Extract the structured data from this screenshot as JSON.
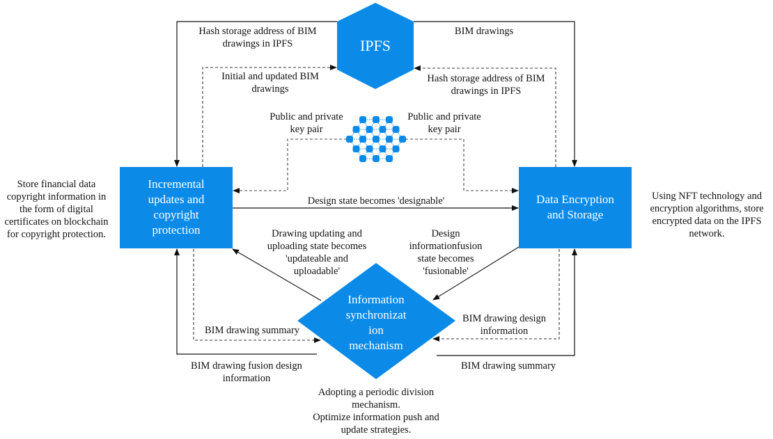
{
  "colors": {
    "node_fill": "#0B8AE8",
    "line": "#111111",
    "dashed_line": "#333333",
    "text_on_node": "#ffffff"
  },
  "nodes": {
    "ipfs": {
      "label": "IPFS",
      "shape": "hexagon"
    },
    "incremental": {
      "lines": [
        "Incremental",
        "updates and",
        "copyright",
        "protection"
      ],
      "shape": "rectangle"
    },
    "encryption": {
      "lines": [
        "Data Encryption",
        "and Storage"
      ],
      "shape": "rectangle"
    },
    "sync": {
      "lines": [
        "Information",
        "synchronizat",
        "ion",
        "mechanism"
      ],
      "shape": "diamond"
    },
    "blockchain": {
      "icon": "blockchain-network-icon"
    }
  },
  "edge_labels": {
    "hash_left": [
      "Hash storage address of BIM",
      "drawings in IPFS"
    ],
    "bim_drawings_top": [
      "BIM drawings"
    ],
    "initial_updated": [
      "Initial and updated BIM",
      "drawings"
    ],
    "hash_right": [
      "Hash storage address of BIM",
      "drawings in IPFS"
    ],
    "keypair_left": [
      "Public and private",
      "key pair"
    ],
    "keypair_right": [
      "Public and private",
      "key pair"
    ],
    "designable": [
      "Design state becomes 'designable'"
    ],
    "updateable": [
      "Drawing updating and",
      "uploading state becomes",
      "'updateable and",
      "uploadable'"
    ],
    "fusionable": [
      "Design",
      "informationfusion",
      "state becomes",
      "'fusionable'"
    ],
    "summary_left": [
      "BIM drawing summary"
    ],
    "design_info_right": [
      "BIM drawing design",
      "information"
    ],
    "fusion_design_bottom": [
      "BIM drawing fusion design",
      "information"
    ],
    "summary_bottom_right": [
      "BIM drawing summary"
    ]
  },
  "annotations": {
    "left": [
      "Store financial data",
      "copyright information in",
      "the form of digital",
      "certificates on blockchain",
      "for copyright protection."
    ],
    "right": [
      "Using NFT technology and",
      "encryption algorithms, store",
      "encrypted data on the IPFS",
      "network."
    ],
    "bottom": [
      "Adopting a periodic division",
      "mechanism.",
      "Optimize information push and",
      "update strategies."
    ]
  }
}
